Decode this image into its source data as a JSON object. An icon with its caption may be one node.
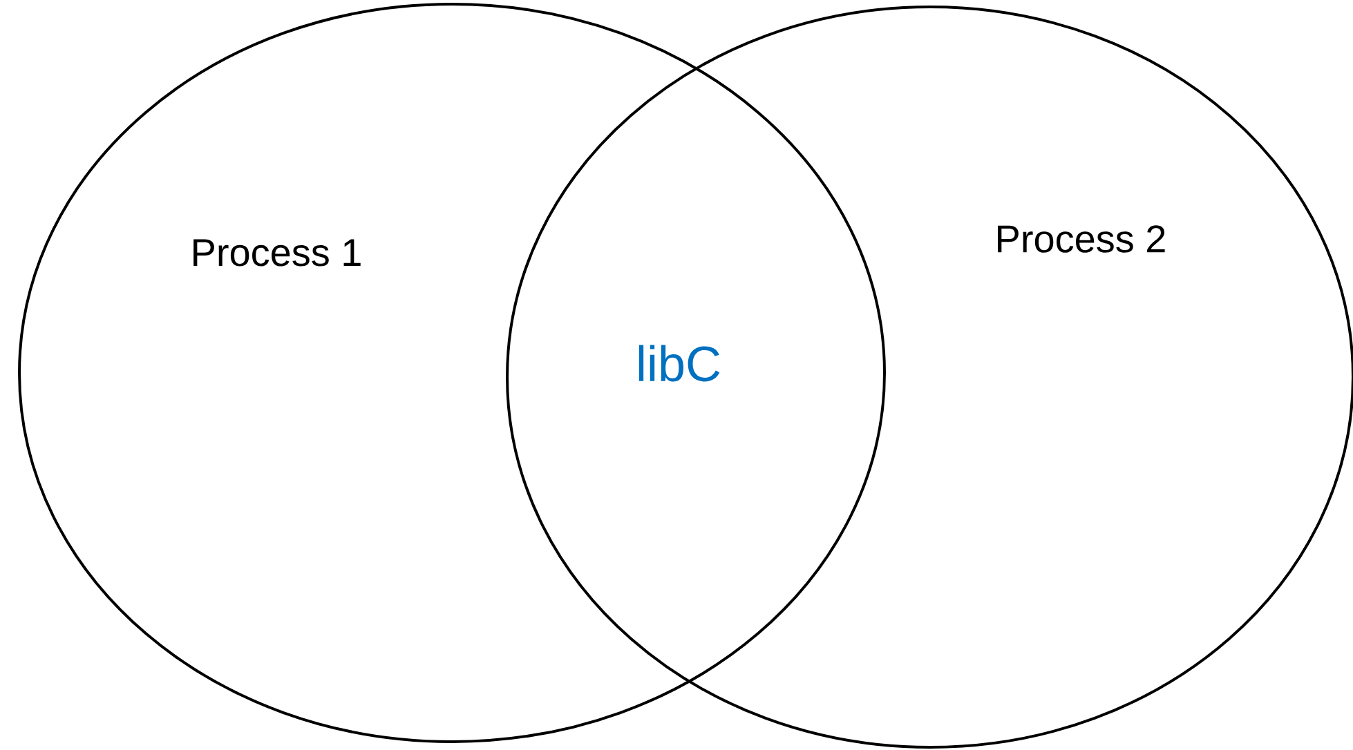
{
  "diagram": {
    "nodes": [
      {
        "text": [
          "Process 1"
        ]
      },
      {
        "text": [
          "Process 2"
        ]
      }
    ],
    "labels": [
      "libC"
    ]
  }
}
